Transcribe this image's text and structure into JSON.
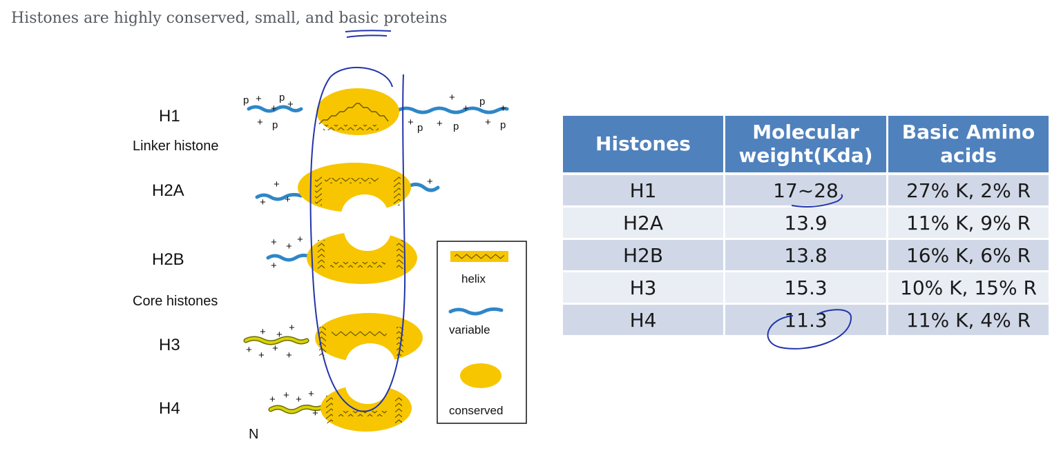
{
  "heading": "Histones are highly conserved, small, and basic proteins",
  "diagram": {
    "labels": {
      "h1": "H1",
      "linker": "Linker histone",
      "h2a": "H2A",
      "h2b": "H2B",
      "core": "Core histones",
      "h3": "H3",
      "h4": "H4",
      "n_terminus": "N"
    },
    "charges": {
      "plus": "+",
      "phospho": "p"
    },
    "legend": {
      "helix": "helix",
      "variable": "variable",
      "conserved": "conserved"
    },
    "colors": {
      "conserved": "#f7c600",
      "variable": "#2e86c8",
      "helix": "#6b5600",
      "tail_h3_h4": "#c8c000",
      "ink": "#2233aa"
    }
  },
  "table": {
    "headers": [
      "Histones",
      "Molecular weight(Kda)",
      "Basic Amino acids"
    ],
    "rows": [
      [
        "H1",
        "17~28",
        "27% K, 2% R"
      ],
      [
        "H2A",
        "13.9",
        "11% K, 9% R"
      ],
      [
        "H2B",
        "13.8",
        "16% K, 6% R"
      ],
      [
        "H3",
        "15.3",
        "10% K, 15% R"
      ],
      [
        "H4",
        "11.3",
        "11% K, 4% R"
      ]
    ],
    "colors": {
      "header": "#4f81bd",
      "row_odd": "#d0d8e8",
      "row_even": "#e9edf4"
    }
  }
}
